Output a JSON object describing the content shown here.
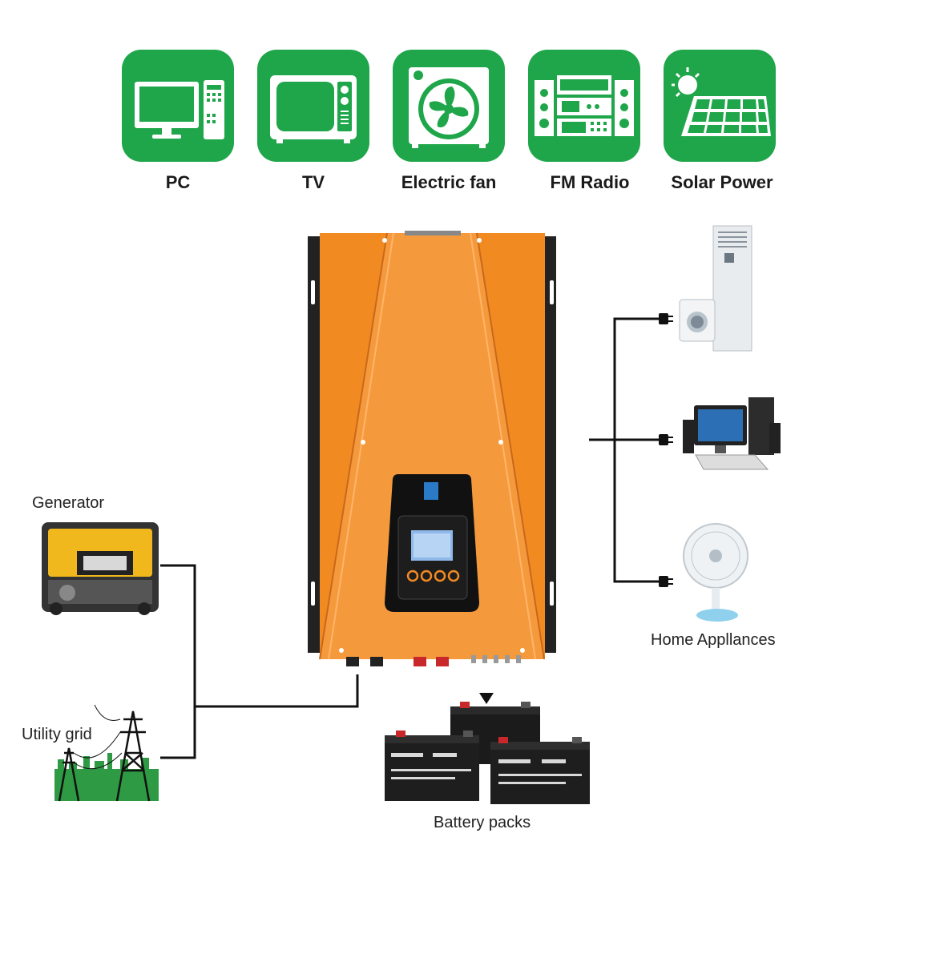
{
  "applications": [
    {
      "label": "PC",
      "icon": "monitor-icon"
    },
    {
      "label": "TV",
      "icon": "tv-icon"
    },
    {
      "label": "Electric fan",
      "icon": "fan-icon"
    },
    {
      "label": "FM Radio",
      "icon": "radio-icon"
    },
    {
      "label": "Solar Power",
      "icon": "solar-panel-icon"
    }
  ],
  "inputs": {
    "generator_label": "Generator",
    "utility_label": "Utility grid"
  },
  "outputs": {
    "appliances_label": "Home Appllances"
  },
  "storage": {
    "battery_label": "Battery packs"
  },
  "colors": {
    "tile_green": "#1fa64a",
    "inverter_orange": "#f28a22",
    "wire": "#111111"
  }
}
